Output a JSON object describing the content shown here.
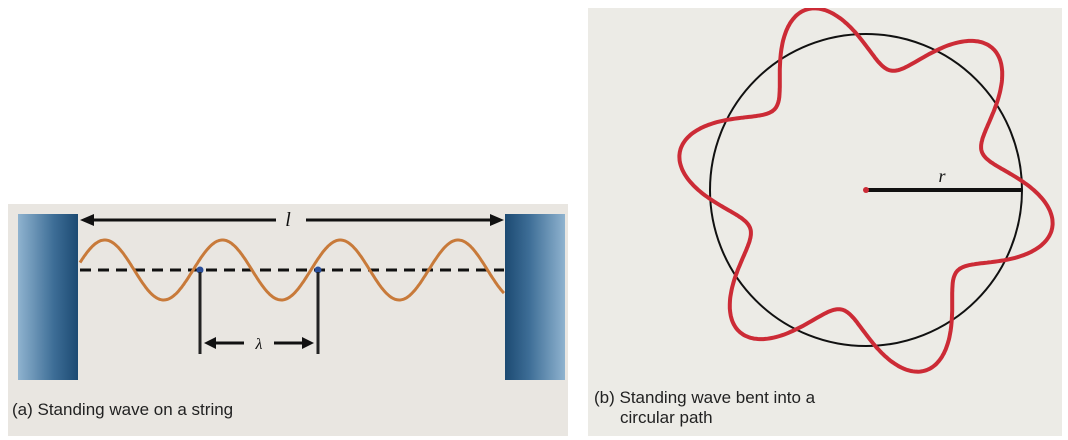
{
  "panel_a": {
    "caption": "(a) Standing wave on a string",
    "length_label": "l",
    "wavelength_label": "λ"
  },
  "panel_b": {
    "caption_line1": "(b) Standing wave bent into a",
    "caption_line2": "circular path",
    "radius_label": "r"
  },
  "colors": {
    "string_wave": "#c87a3a",
    "circular_wave": "#cc2b36",
    "wall": "#1f4f78"
  }
}
